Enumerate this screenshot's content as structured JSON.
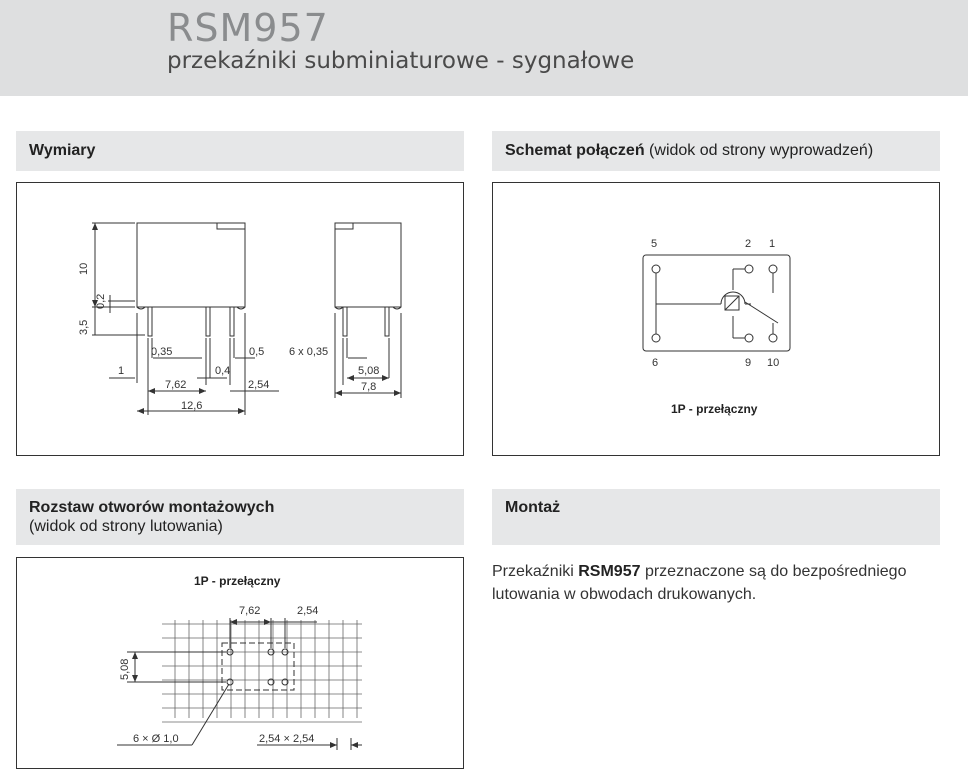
{
  "header": {
    "title": "RSM957",
    "subtitle": "przekaźniki subminiaturowe - sygnałowe"
  },
  "sections": {
    "dimensions": {
      "title": "Wymiary",
      "labels": {
        "h10": "10",
        "h02": "0,2",
        "h35": "3,5",
        "d035": "0,35",
        "d05": "0,5",
        "d1": "1",
        "d04": "0,4",
        "d762": "7,62",
        "d254": "2,54",
        "d126": "12,6",
        "side_pins": "6 x 0,35",
        "d508": "5,08",
        "d78": "7,8"
      }
    },
    "schematic": {
      "title_bold": "Schemat połączeń",
      "title_rest": " (widok od strony wyprowadzeń)",
      "pins": {
        "p5": "5",
        "p2": "2",
        "p1": "1",
        "p6": "6",
        "p9": "9",
        "p10": "10"
      },
      "caption": "1P - przełączny"
    },
    "holes": {
      "title": "Rozstaw otworów montażowych",
      "subtitle": "(widok od strony lutowania)",
      "caption": "1P - przełączny",
      "labels": {
        "d762": "7,62",
        "d254": "2,54",
        "d508": "5,08",
        "holes": "6 × Ø 1,0",
        "grid": "2,54 × 2,54"
      }
    },
    "mounting": {
      "title": "Montaż",
      "text_before": "Przekaźniki ",
      "text_bold": "RSM957",
      "text_after": " przeznaczone są do bezpośredniego lutowania w obwodach drukowanych."
    }
  }
}
